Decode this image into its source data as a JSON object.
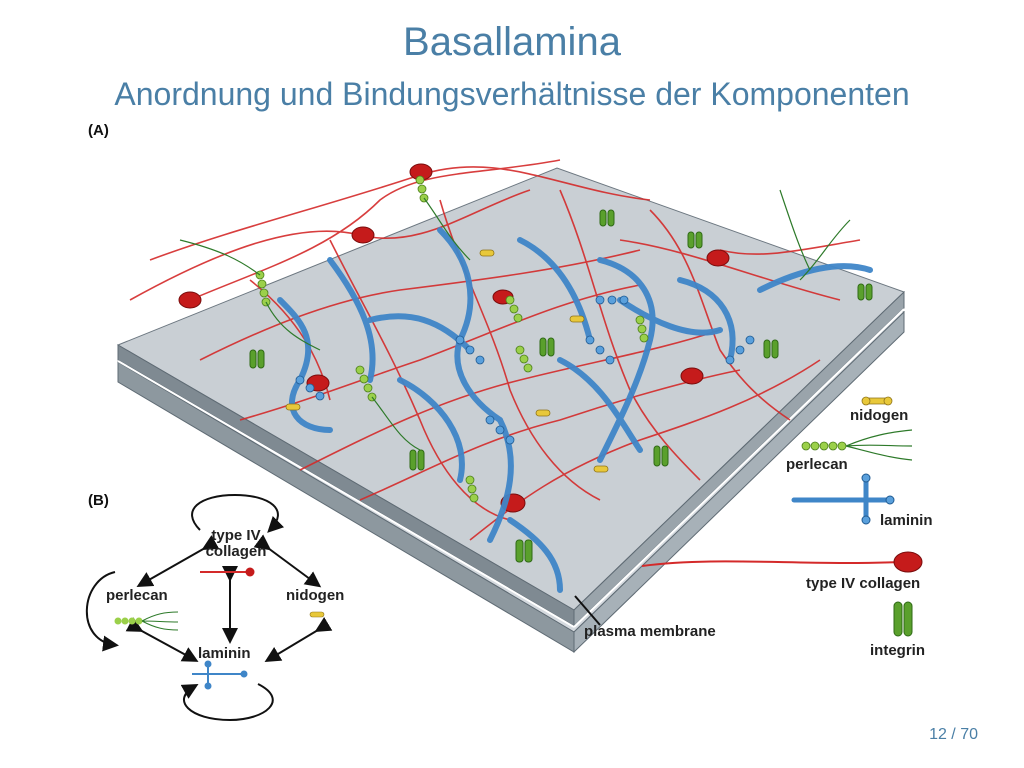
{
  "slide": {
    "title": "Basallamina",
    "subtitle": "Anordnung und Bindungsverhältnisse der Komponenten",
    "page": "12 / 70"
  },
  "panel_a": {
    "label": "(A)",
    "membrane_label": "plasma membrane",
    "legend": [
      {
        "key": "nidogen",
        "label": "nidogen",
        "color": "#e8c83a"
      },
      {
        "key": "perlecan",
        "label": "perlecan",
        "color": "#8cc43c"
      },
      {
        "key": "laminin",
        "label": "laminin",
        "color": "#3f86c8"
      },
      {
        "key": "collagen",
        "label": "type IV collagen",
        "color": "#d42a2a"
      },
      {
        "key": "integrin",
        "label": "integrin",
        "color": "#5aa02c"
      }
    ]
  },
  "panel_b": {
    "label": "(B)",
    "nodes": {
      "collagen": "type IV collagen",
      "perlecan": "perlecan",
      "nidogen": "nidogen",
      "laminin": "laminin"
    }
  },
  "colors": {
    "accent": "#4a7fa6",
    "membrane_top": "#c9cfd4",
    "membrane_edge": "#5f6b74",
    "collagen": "#d42a2a",
    "laminin": "#3f86c8",
    "perlecan": "#8cc43c",
    "nidogen": "#e8c83a",
    "integrin": "#5aa02c"
  }
}
